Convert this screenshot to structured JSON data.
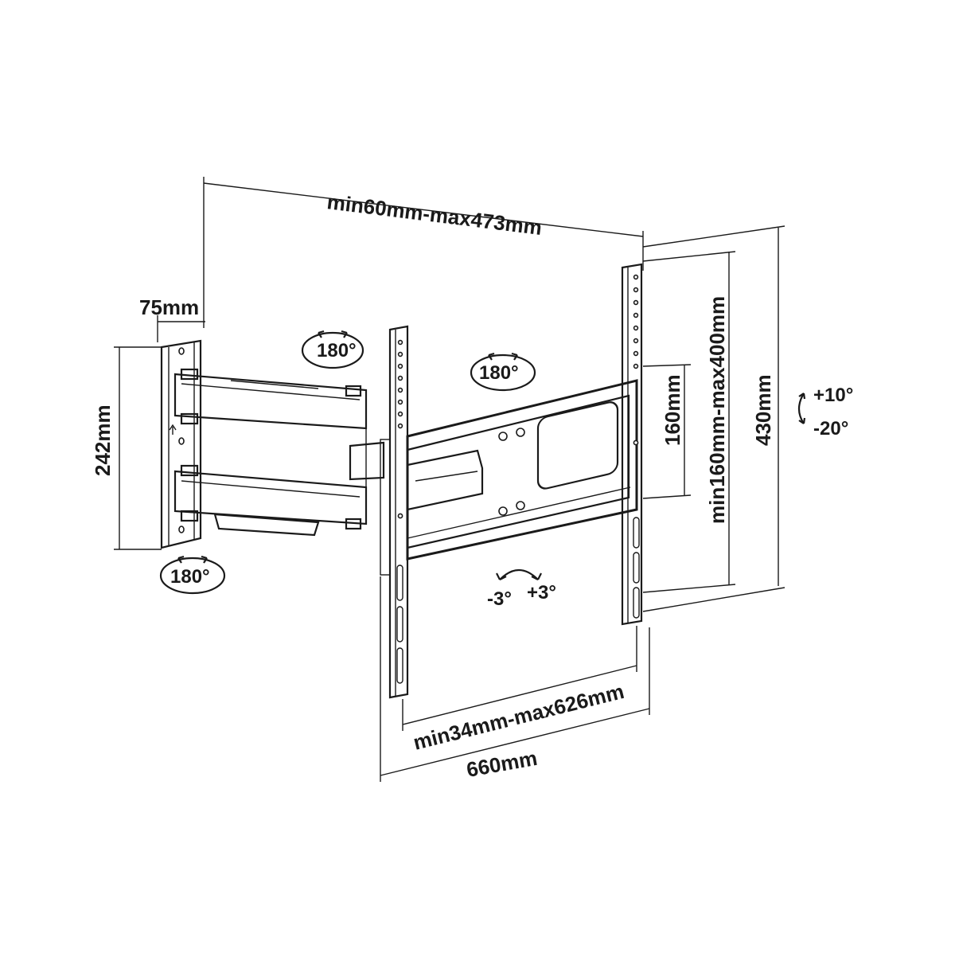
{
  "dimensions": {
    "arm_extension": "min60mm-max473mm",
    "wall_plate_width": "75mm",
    "wall_plate_height": "242mm",
    "vesa_vertical": "min160mm-max400mm",
    "vesa_vertical_min": "160mm",
    "bracket_height": "430mm",
    "vesa_horizontal": "min34mm-max626mm",
    "bracket_width": "660mm"
  },
  "rotations": {
    "swivel_arm": "180°",
    "swivel_head": "180°",
    "swivel_wall": "180°",
    "tilt_up": "+10°",
    "tilt_down": "-20°",
    "level_minus": "-3°",
    "level_plus": "+3°"
  }
}
